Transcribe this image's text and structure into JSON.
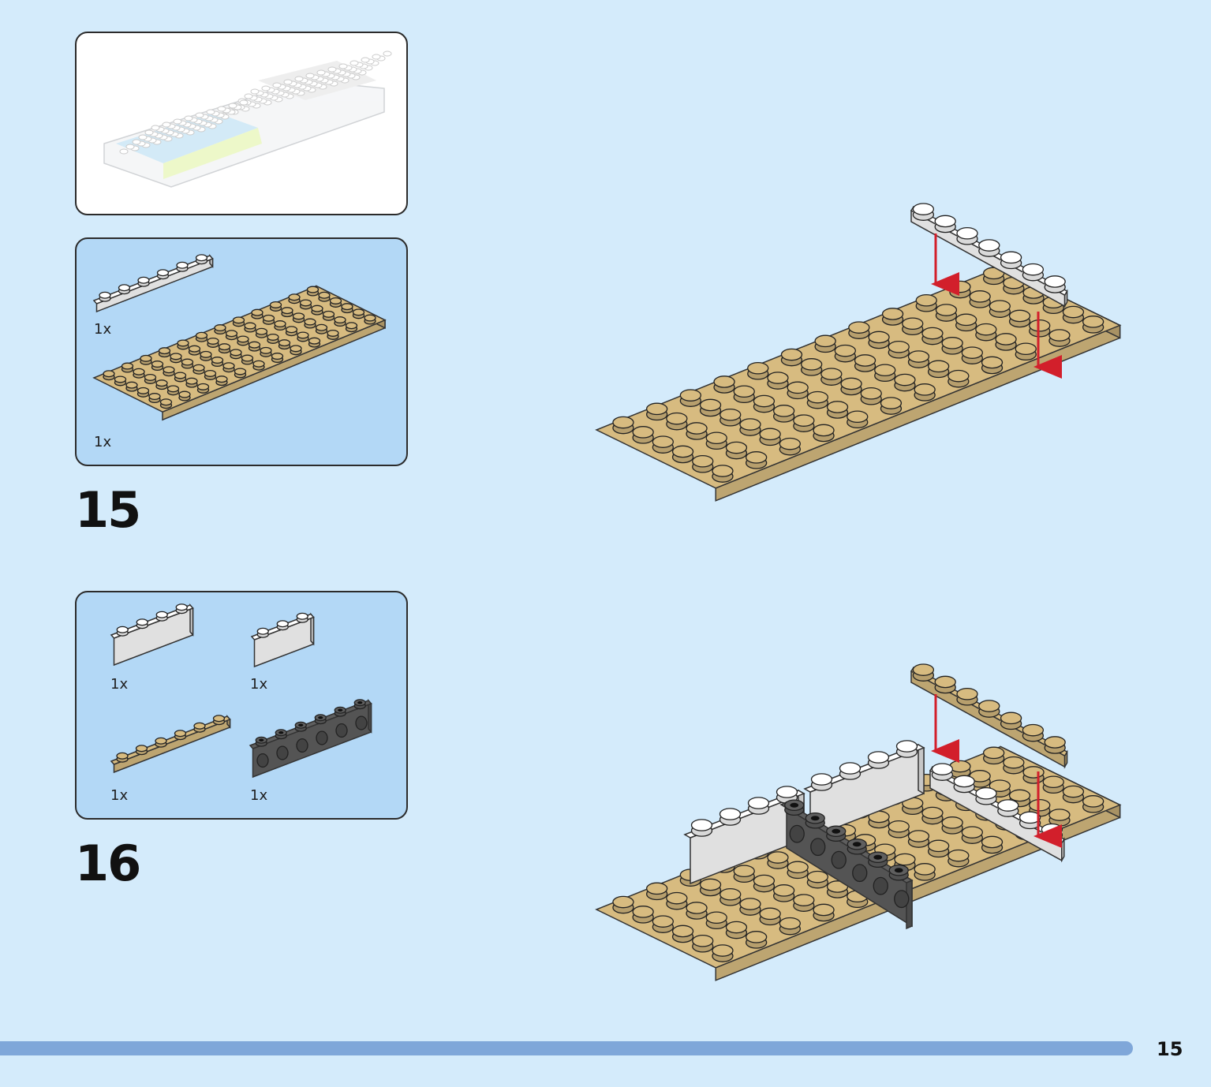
{
  "overview": {
    "title": ""
  },
  "steps": [
    {
      "number": "15",
      "parts": [
        {
          "qty": "1x",
          "name": "white-plate-1x6"
        },
        {
          "qty": "1x",
          "name": "tan-plate-6x12"
        }
      ]
    },
    {
      "number": "16",
      "parts": [
        {
          "qty": "1x",
          "name": "white-brick-1x4"
        },
        {
          "qty": "1x",
          "name": "white-brick-1x3"
        },
        {
          "qty": "1x",
          "name": "tan-plate-1x6"
        },
        {
          "qty": "1x",
          "name": "dark-gray-technic-brick-1x6"
        }
      ]
    }
  ],
  "footer": {
    "page_number": "15"
  },
  "colors": {
    "background": "#d4ebfb",
    "parts_panel": "#b3d8f6",
    "tan": "#d7bb80",
    "white_brick": "#ffffff",
    "dark_gray": "#5f5f5f",
    "arrow_red": "#d21f2b",
    "footer_bar": "#7fa7d9"
  }
}
